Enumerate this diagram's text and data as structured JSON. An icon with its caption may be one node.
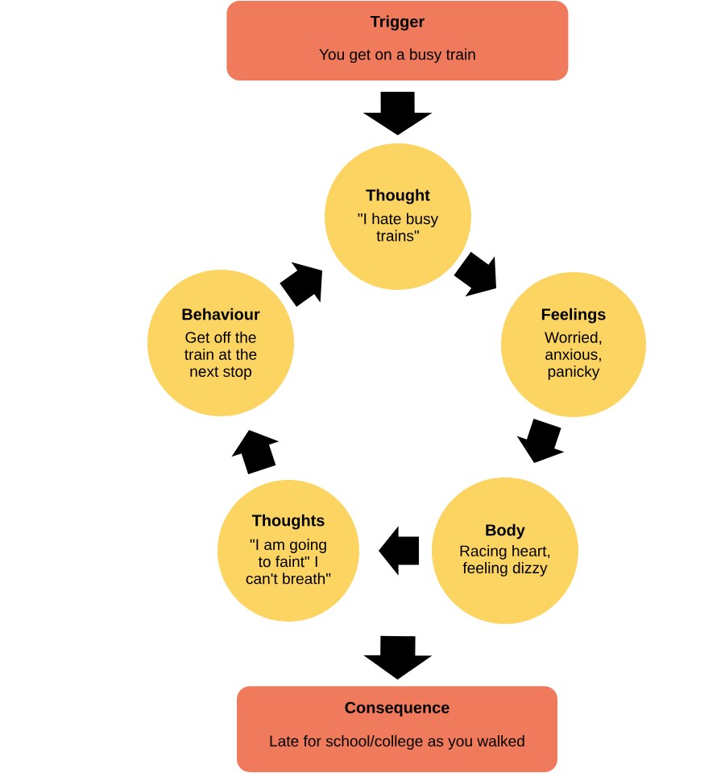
{
  "diagram": {
    "nodes": [
      {
        "text": [
          "Trigger",
          "You get on a busy train"
        ]
      },
      {
        "text": [
          "Thought",
          "\"I hate busy trains\""
        ]
      },
      {
        "text": [
          "Feelings",
          "Worried, anxious, panicky"
        ]
      },
      {
        "text": [
          "Body",
          "Racing heart, feeling dizzy"
        ]
      },
      {
        "text": [
          "Thoughts",
          "\"I am going to faint\" I can't breath\""
        ]
      },
      {
        "text": [
          "Behaviour",
          "Get off the train at the next stop"
        ]
      },
      {
        "text": [
          "Consequence",
          "Late for school/college as you walked"
        ]
      }
    ],
    "edges": [
      {
        "from": 0,
        "to": 1,
        "arrow": "to"
      },
      {
        "from": 1,
        "to": 2,
        "arrow": "to"
      },
      {
        "from": 2,
        "to": 3,
        "arrow": "to"
      },
      {
        "from": 3,
        "to": 4,
        "arrow": "to"
      },
      {
        "from": 4,
        "to": 5,
        "arrow": "to"
      },
      {
        "from": 5,
        "to": 1,
        "arrow": "to"
      },
      {
        "from": null,
        "to": 6,
        "arrow": "to"
      }
    ]
  }
}
